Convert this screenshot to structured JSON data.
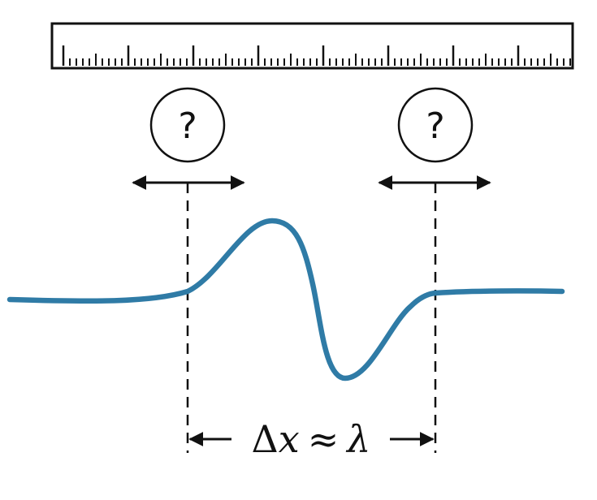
{
  "markers": [
    {
      "symbol": "?"
    },
    {
      "symbol": "?"
    }
  ],
  "width_label": {
    "delta": "Δ",
    "variable": "x",
    "relation": "≈",
    "wavelength": "λ"
  },
  "colors": {
    "wave": "#2f7ba6",
    "ink": "#111111"
  }
}
